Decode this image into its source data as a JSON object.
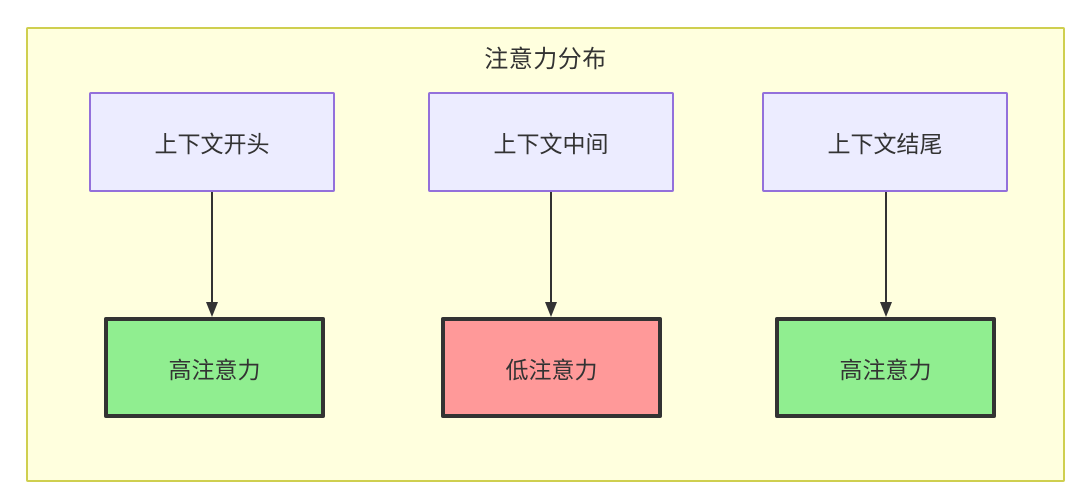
{
  "diagram": {
    "title": "注意力分布",
    "colors": {
      "cluster_fill": "#ffffde",
      "cluster_border": "#cfcf4f",
      "context_fill": "#ececff",
      "context_border": "#9370db",
      "high_attention_fill": "#90ee90",
      "low_attention_fill": "#ff9999",
      "node_border": "#333333",
      "edge_color": "#333333",
      "text_color": "#333333"
    },
    "columns": [
      {
        "context_label": "上下文开头",
        "attention_label": "高注意力",
        "attention_level": "high",
        "fill": "#90ee90"
      },
      {
        "context_label": "上下文中间",
        "attention_label": "低注意力",
        "attention_level": "low",
        "fill": "#ff9999"
      },
      {
        "context_label": "上下文结尾",
        "attention_label": "高注意力",
        "attention_level": "high",
        "fill": "#90ee90"
      }
    ]
  }
}
